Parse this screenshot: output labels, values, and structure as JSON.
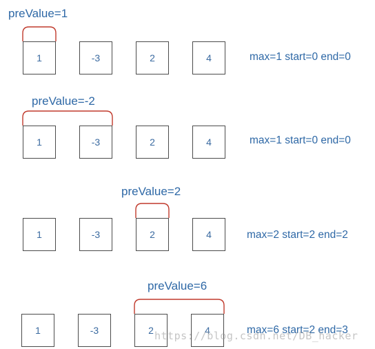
{
  "rows": [
    {
      "prevalue_label": "preValue=1",
      "status_label": "max=1 start=0 end=0",
      "cells": [
        "1",
        "-3",
        "2",
        "4"
      ],
      "bracket": {
        "from_index": 0,
        "to_index": 0
      }
    },
    {
      "prevalue_label": "preValue=-2",
      "status_label": "max=1 start=0 end=0",
      "cells": [
        "1",
        "-3",
        "2",
        "4"
      ],
      "bracket": {
        "from_index": 0,
        "to_index": 1
      }
    },
    {
      "prevalue_label": "preValue=2",
      "status_label": "max=2 start=2 end=2",
      "cells": [
        "1",
        "-3",
        "2",
        "4"
      ],
      "bracket": {
        "from_index": 2,
        "to_index": 2
      }
    },
    {
      "prevalue_label": "preValue=6",
      "status_label": "max=6 start=2 end=3",
      "cells": [
        "1",
        "-3",
        "2",
        "4"
      ],
      "bracket": {
        "from_index": 2,
        "to_index": 3
      }
    }
  ],
  "watermark": "https://blog.csdn.net/DB_hacker",
  "colors": {
    "text": "#2e68a6",
    "box_border": "#4a4a4a",
    "bracket": "#c0392b"
  }
}
